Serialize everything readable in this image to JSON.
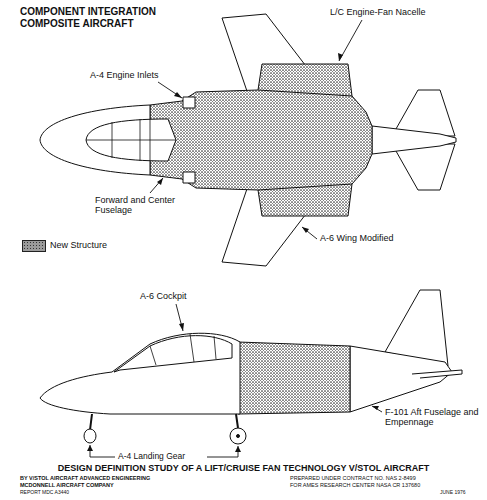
{
  "diagram": {
    "title": "COMPONENT INTEGRATION COMPOSITE AIRCRAFT",
    "caption": "DESIGN DEFINITION STUDY OF A LIFT/CRUISE FAN TECHNOLOGY V/STOL AIRCRAFT",
    "labels": [
      "L/C Engine-Fan Nacelle",
      "A-4 Engine Inlets",
      "Forward and Center Fuselage",
      "A-6 Wing Modified",
      "A-6 Cockpit",
      "F-101 Aft Fuselage and Empennage",
      "A-4 Landing Gear",
      "BY V/STOL AIRCRAFT ADVANCED ENGINEERING",
      "MCDONNELL AIRCRAFT COMPANY",
      "REPORT MDC A3440",
      "PREPARED UNDER CONTRACT NO. NAS 2-8499",
      "FOR AMES RESEARCH CENTER NASA CR 137680",
      "JUNE 1976"
    ],
    "legend": [
      {
        "text": "New Structure",
        "color": "#9b9b9b"
      }
    ]
  }
}
